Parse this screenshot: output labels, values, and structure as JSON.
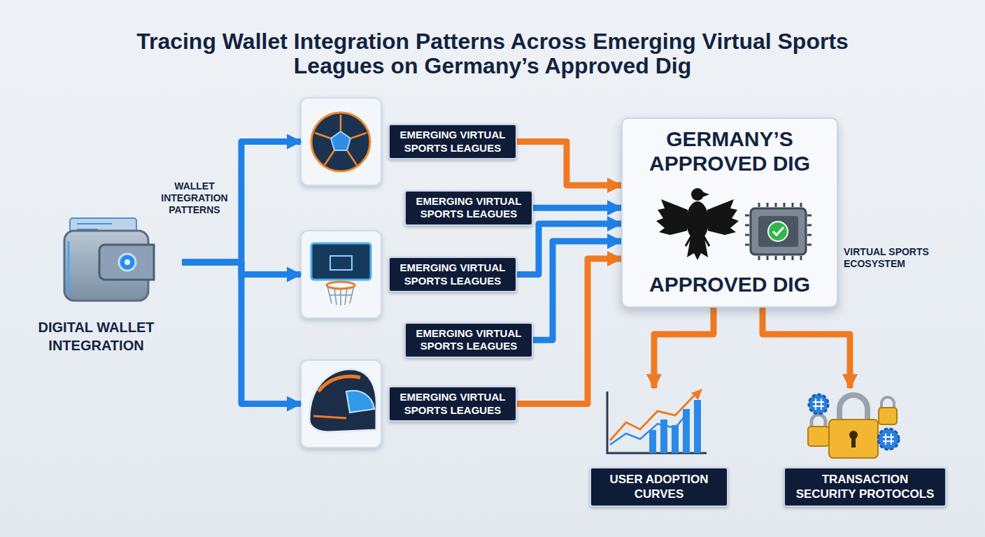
{
  "diagram": {
    "title": "Tracing Wallet Integration Patterns Across Emerging Virtual Sports Leagues on Germany’s Approved Dig",
    "nodes": [
      {
        "text": [
          "DIGITAL WALLET INTEGRATION"
        ]
      },
      {
        "text": [
          "EMERGING VIRTUAL SPORTS LEAGUES"
        ]
      },
      {
        "text": [
          "EMERGING VIRTUAL SPORTS LEAGUES"
        ]
      },
      {
        "text": [
          "EMERGING VIRTUAL SPORTS LEAGUES"
        ]
      },
      {
        "text": [
          "EMERGING VIRTUAL SPORTS LEAGUES"
        ]
      },
      {
        "text": [
          "EMERGING VIRTUAL SPORTS LEAGUES"
        ]
      },
      {
        "text": [
          "GERMANY’S APPROVED DIG",
          "APPROVED DIG"
        ]
      },
      {
        "text": [
          "USER ADOPTION CURVES"
        ]
      },
      {
        "text": [
          "TRANSACTION SECURITY PROTOCOLS"
        ]
      }
    ],
    "edges": [
      {
        "from": 0,
        "to": 1,
        "arrow": "to"
      },
      {
        "from": 0,
        "to": 3,
        "arrow": "to"
      },
      {
        "from": 0,
        "to": 5,
        "arrow": "to"
      },
      {
        "from": 1,
        "to": 6,
        "arrow": "to"
      },
      {
        "from": 2,
        "to": 6,
        "arrow": "to"
      },
      {
        "from": 3,
        "to": 6,
        "arrow": "to"
      },
      {
        "from": 4,
        "to": 6,
        "arrow": "to"
      },
      {
        "from": 5,
        "to": 6,
        "arrow": "to"
      },
      {
        "from": 6,
        "to": 7,
        "arrow": "to"
      },
      {
        "from": 6,
        "to": 8,
        "arrow": "to"
      }
    ],
    "labels": [
      "WALLET INTEGRATION PATTERNS",
      "VIRTUAL SPORTS ECOSYSTEM"
    ]
  }
}
